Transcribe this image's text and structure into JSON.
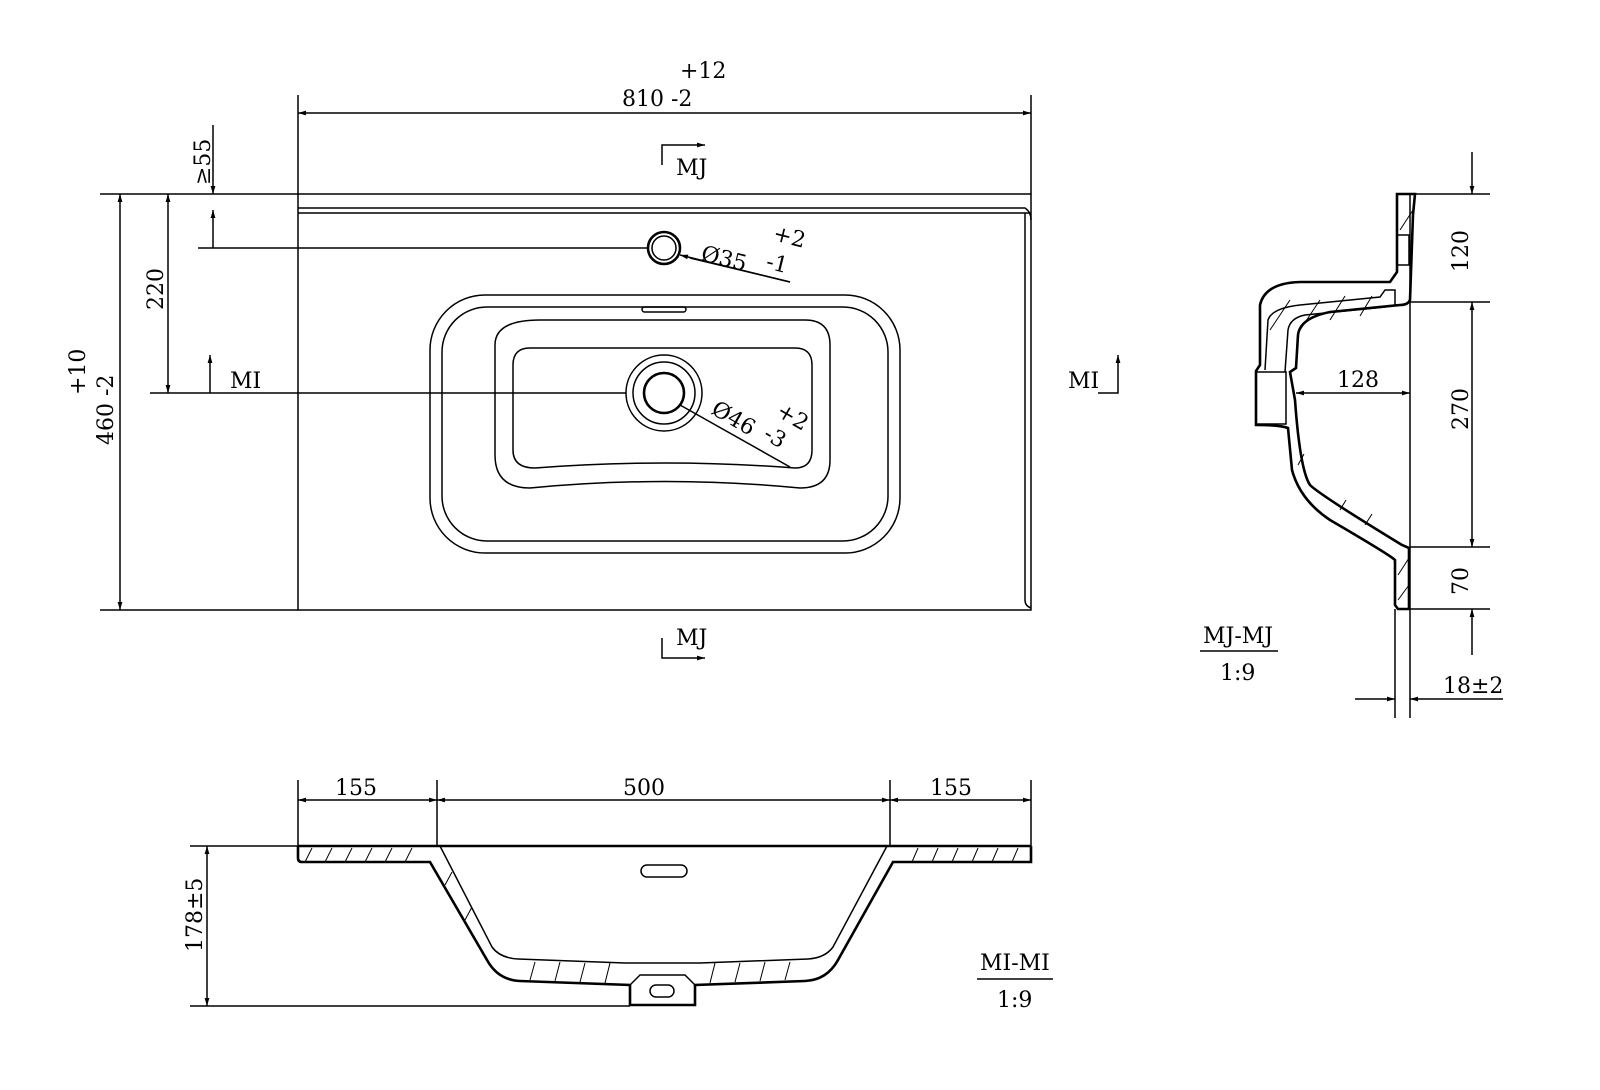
{
  "top_view": {
    "width_tol_upper": "+12",
    "width_label": "810 -2",
    "section_mj_top": "MJ",
    "section_mj_bottom": "MJ",
    "min_edge": "≥55",
    "tap_distance": "220",
    "depth_tol_upper": "+10",
    "depth_label": "460 -2",
    "section_mi_left": "MI",
    "section_mi_right": "MI",
    "tap_hole": "Ø35",
    "tap_hole_tol_upper": "+2",
    "tap_hole_tol_lower": "-1",
    "drain_hole": "Ø46",
    "drain_hole_tol_upper": "+2",
    "drain_hole_tol_lower": "-3"
  },
  "side_section": {
    "dim_top": "120",
    "dim_depth": "128",
    "dim_middle": "270",
    "dim_bottom": "70",
    "thickness": "18±2",
    "title": "MJ-MJ",
    "scale": "1:9"
  },
  "front_section": {
    "left_ledge": "155",
    "bowl_width": "500",
    "right_ledge": "155",
    "height": "178±5",
    "title": "MI-MI",
    "scale": "1:9"
  }
}
